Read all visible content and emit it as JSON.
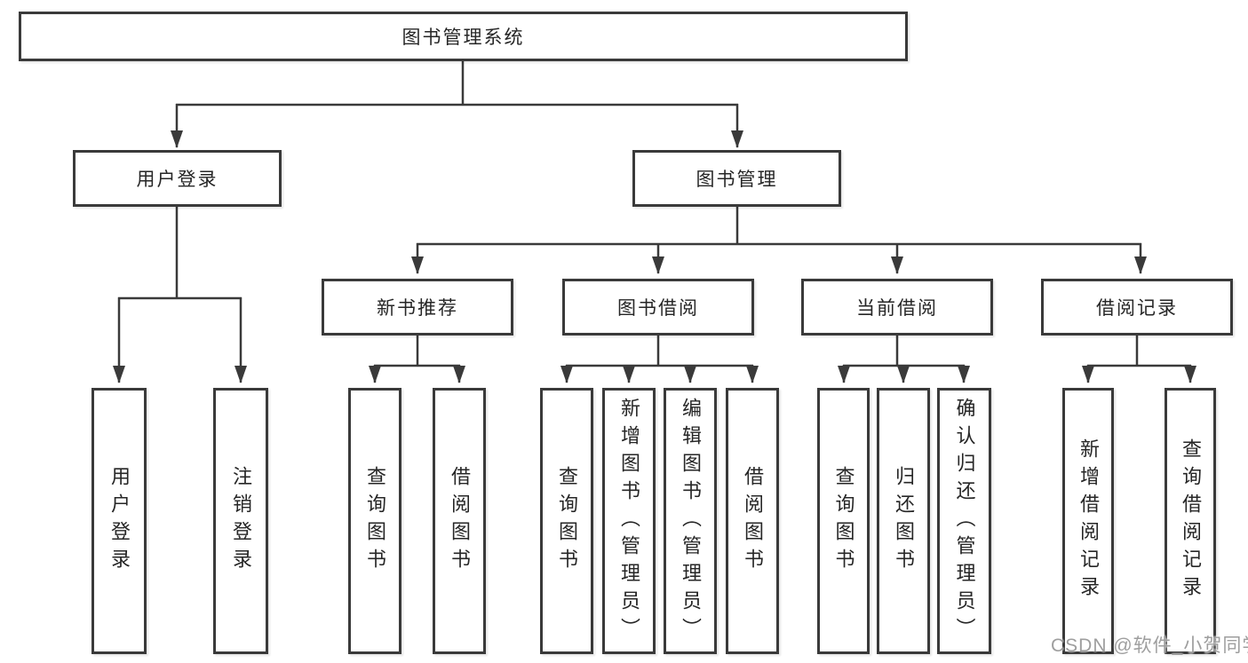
{
  "tree": {
    "root": {
      "label": "图书管理系统"
    },
    "branches": [
      {
        "label": "用户登录",
        "children": [
          {
            "label": "用户登录"
          },
          {
            "label": "注销登录"
          }
        ]
      },
      {
        "label": "图书管理",
        "children": [
          {
            "label": "新书推荐",
            "children": [
              {
                "label": "查询图书"
              },
              {
                "label": "借阅图书"
              }
            ]
          },
          {
            "label": "图书借阅",
            "children": [
              {
                "label": "查询图书"
              },
              {
                "label": "新增图书（管理员）"
              },
              {
                "label": "编辑图书（管理员）"
              },
              {
                "label": "借阅图书"
              }
            ]
          },
          {
            "label": "当前借阅",
            "children": [
              {
                "label": "查询图书"
              },
              {
                "label": "归还图书"
              },
              {
                "label": "确认归还（管理员）"
              }
            ]
          },
          {
            "label": "借阅记录",
            "children": [
              {
                "label": "新增借阅记录"
              },
              {
                "label": "查询借阅记录"
              }
            ]
          }
        ]
      }
    ]
  },
  "watermark": {
    "text": "CSDN @软件_小贺同学"
  },
  "colors": {
    "line": "#3a3a3a",
    "box_border": "#3a3a3a",
    "box_background": "#ffffff",
    "text": "#262626",
    "watermark_text": "#969696",
    "page_background": "#ffffff"
  }
}
